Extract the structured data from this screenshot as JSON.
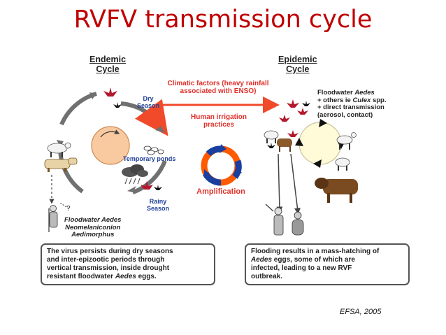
{
  "page_title": "RVFV transmission cycle",
  "diagram": {
    "endemic_header": [
      "Endemic",
      "Cycle"
    ],
    "epidemic_header": [
      "Epidemic",
      "Cycle"
    ],
    "dry_season": [
      "Dry",
      "Season"
    ],
    "temporary_ponds": "Temporary ponds",
    "rainy_season": [
      "Rainy",
      "Season"
    ],
    "endemic_vectors": [
      "Floodwater Aedes",
      "Neomelaniconion",
      "Aedimorphus"
    ],
    "climatic_factors": [
      "Climatic factors (heavy rainfall",
      "associated with ENSO)"
    ],
    "human_irrigation": [
      "Human irrigation",
      "practices"
    ],
    "amplification": "Amplification",
    "epidemic_vectors": {
      "line1_pre": "Floodwater ",
      "line1_em": "Aedes",
      "line2_pre": "+ others ie ",
      "line2_em": "Culex",
      "line2_post": " spp.",
      "line3": "+ direct transmission",
      "line4": "(aerosol, contact)"
    },
    "question_mark": "?",
    "endemic_box": {
      "line1": "The virus persists during dry seasons",
      "line2": "and inter-epizootic periods through",
      "line3": "vertical transmission, inside drought",
      "line4_pre": "resistant floodwater ",
      "line4_em": "Aedes",
      "line4_post": " eggs."
    },
    "epidemic_box": {
      "line1": "Flooding results in a mass-hatching of",
      "line2_em": "Aedes",
      "line2_post": " eggs, some of which are",
      "line3": "infected, leading to a new RVF",
      "line4": "outbreak."
    }
  },
  "source": "EFSA, 2005",
  "colors": {
    "title": "#c00000",
    "label_blue": "#1f3f99",
    "label_red": "#e0302a",
    "arrow_gray": "#707070",
    "arrow_red": "#f04a2a",
    "endemic_cycle_fill": "#f9c9a0",
    "epidemic_cycle_fill": "#fffbd8",
    "amplification_ring_orange": "#ff5a00",
    "amplification_ring_blue": "#1a3f9f"
  },
  "icons": [
    "mosquito-icon",
    "egg-cluster-icon",
    "rain-cloud-icon",
    "sheep-icon",
    "cattle-icon",
    "goat-icon",
    "buffalo-icon",
    "human-figure-icon",
    "camel-icon"
  ]
}
